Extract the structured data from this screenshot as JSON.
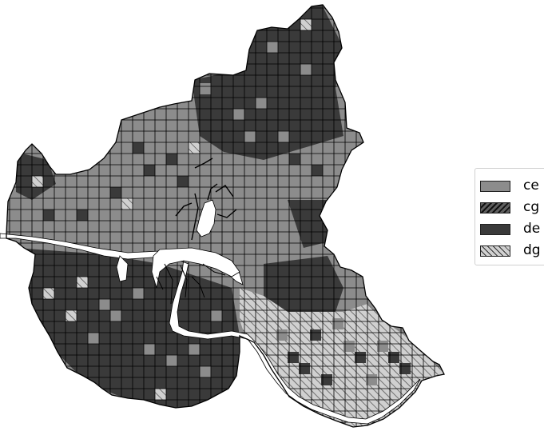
{
  "map": {
    "colors": {
      "ce": "#8c8c8c",
      "cg": "#5f5f5f",
      "de": "#3a3a3a",
      "dg": "#d0d0d0",
      "grid": "#000000",
      "water": "#ffffff"
    }
  },
  "legend": {
    "items": [
      {
        "label": "ce",
        "pattern": "solid-medium-grey"
      },
      {
        "label": "cg",
        "pattern": "dark-hatch"
      },
      {
        "label": "de",
        "pattern": "solid-dark-grey"
      },
      {
        "label": "dg",
        "pattern": "light-hatch"
      }
    ]
  }
}
